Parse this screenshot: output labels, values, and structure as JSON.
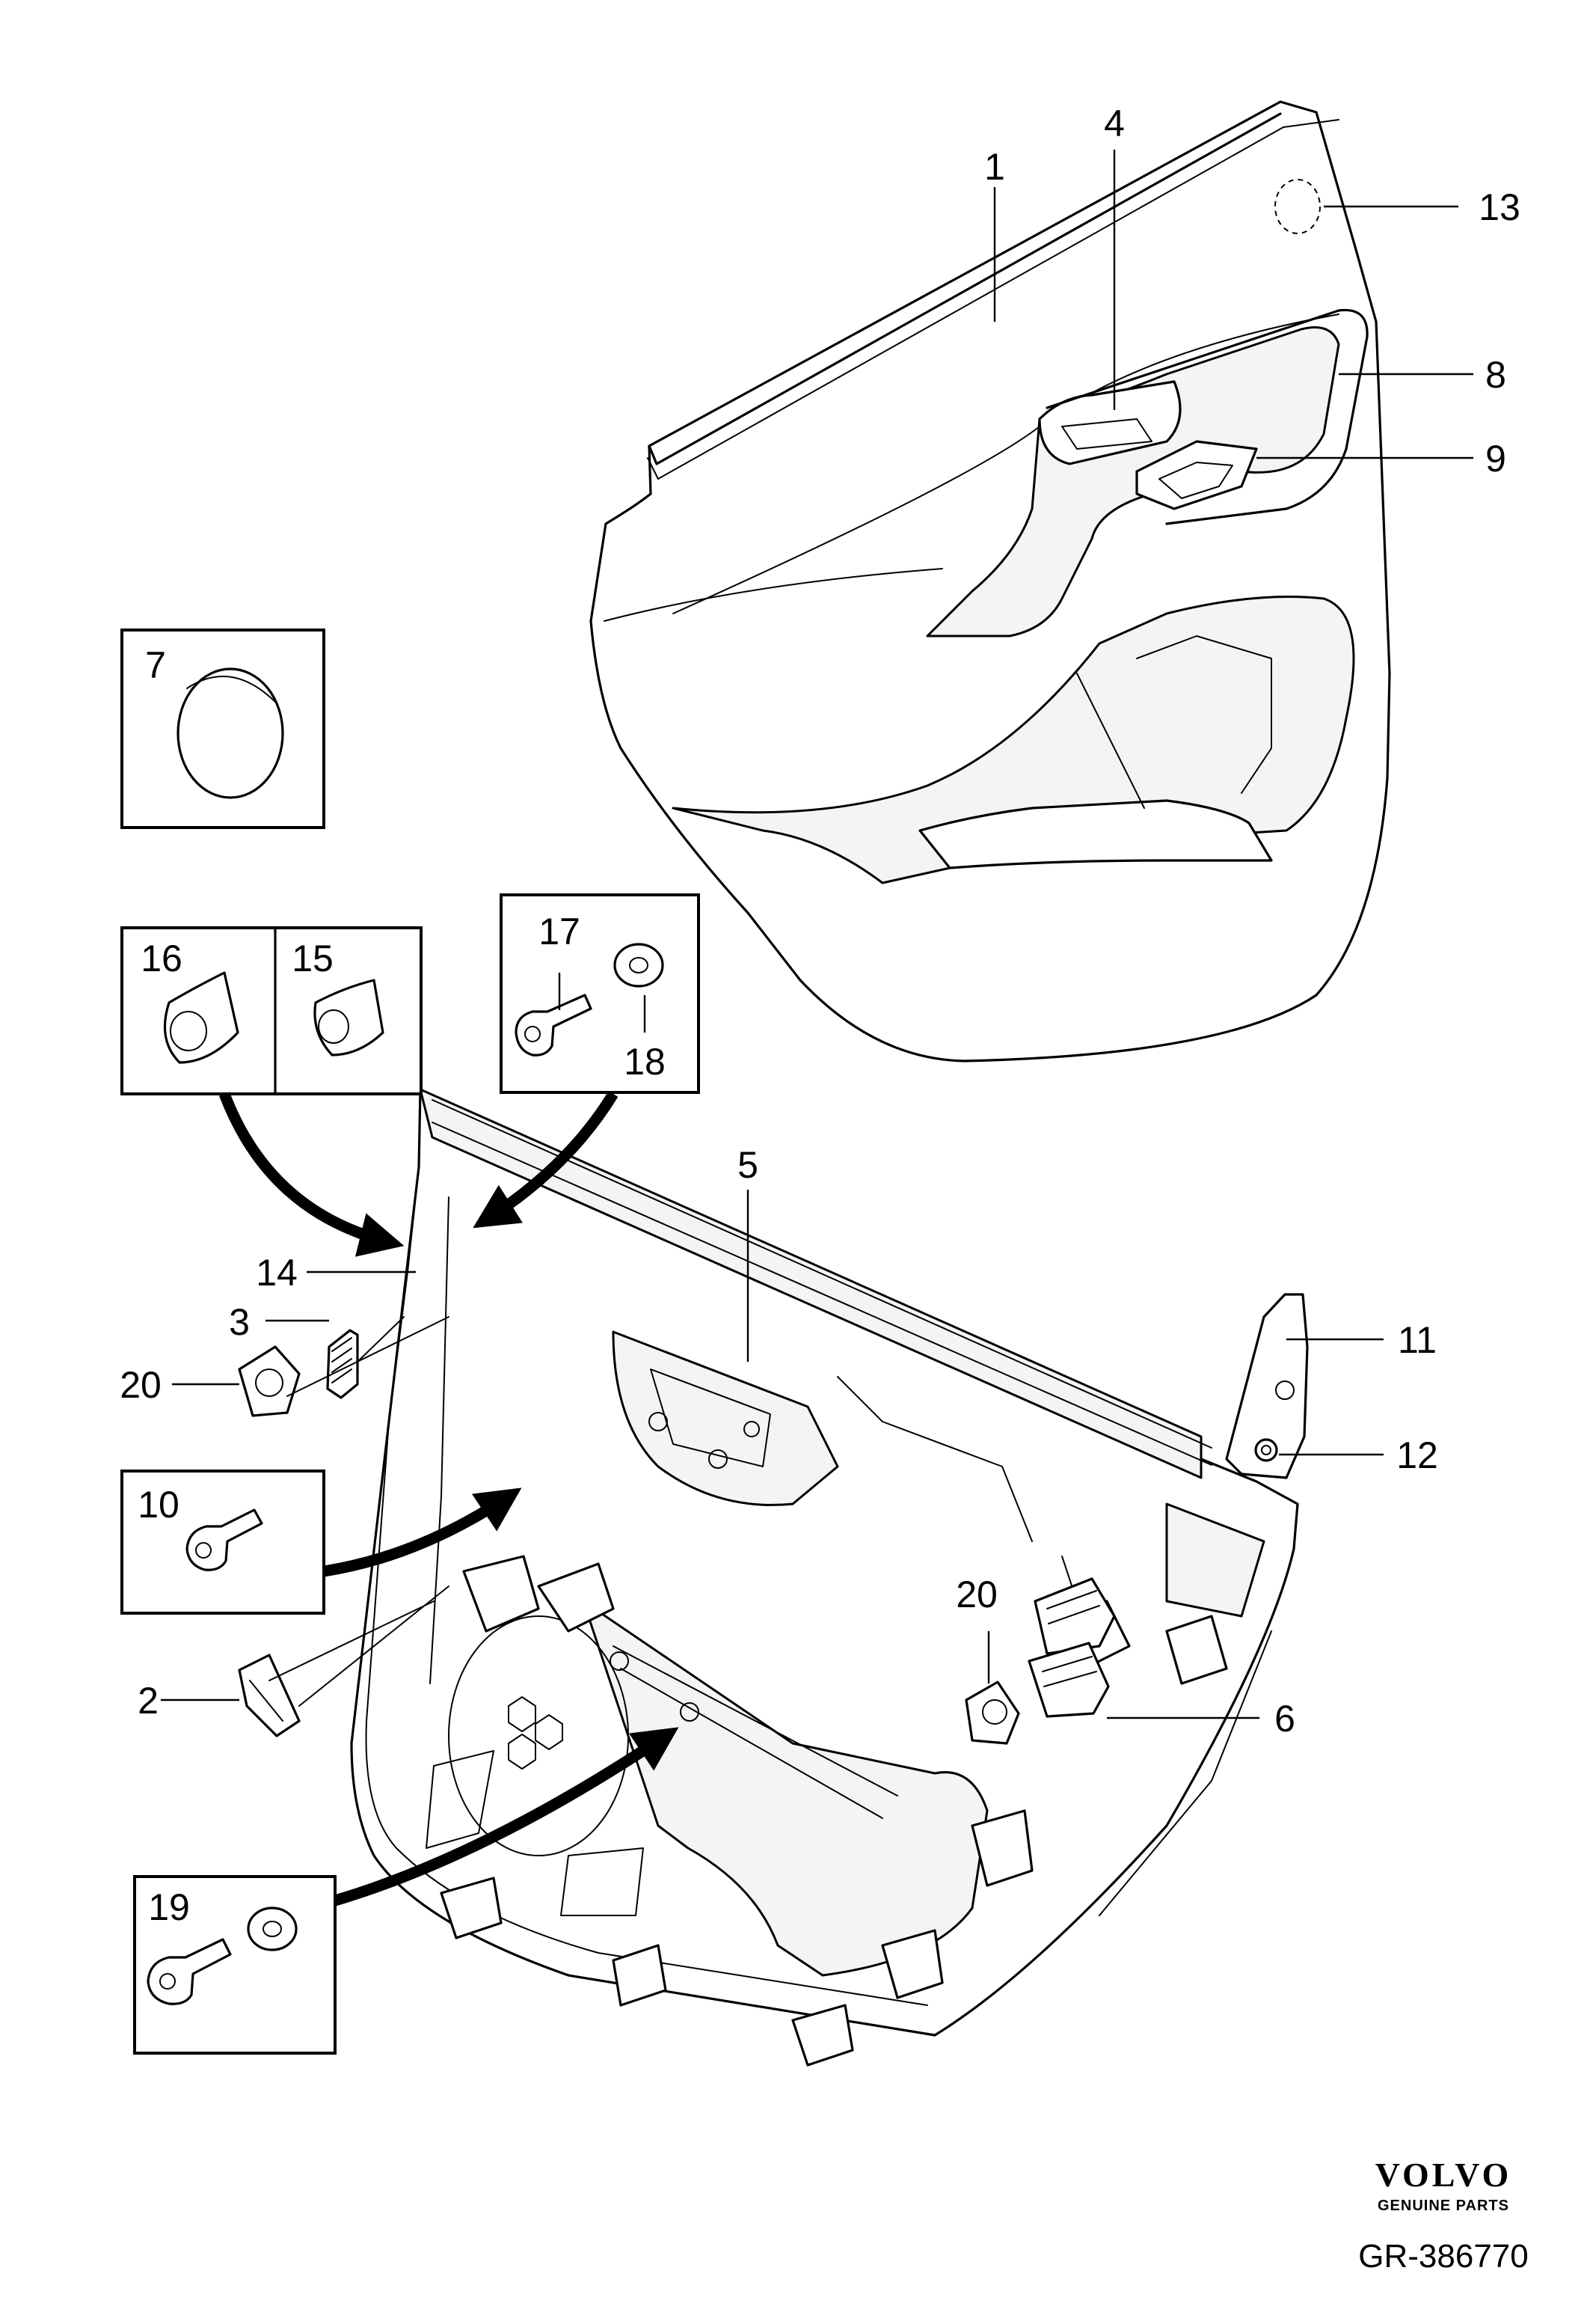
{
  "callouts": {
    "c1": "1",
    "c2": "2",
    "c3": "3",
    "c4": "4",
    "c5": "5",
    "c6": "6",
    "c7": "7",
    "c8": "8",
    "c9": "9",
    "c10": "10",
    "c11": "11",
    "c12": "12",
    "c13": "13",
    "c14": "14",
    "c15": "15",
    "c16": "16",
    "c17": "17",
    "c18": "18",
    "c19": "19",
    "c20a": "20",
    "c20b": "20"
  },
  "brand": {
    "name": "VOLVO",
    "tagline": "GENUINE PARTS"
  },
  "reference": "GR-386770"
}
